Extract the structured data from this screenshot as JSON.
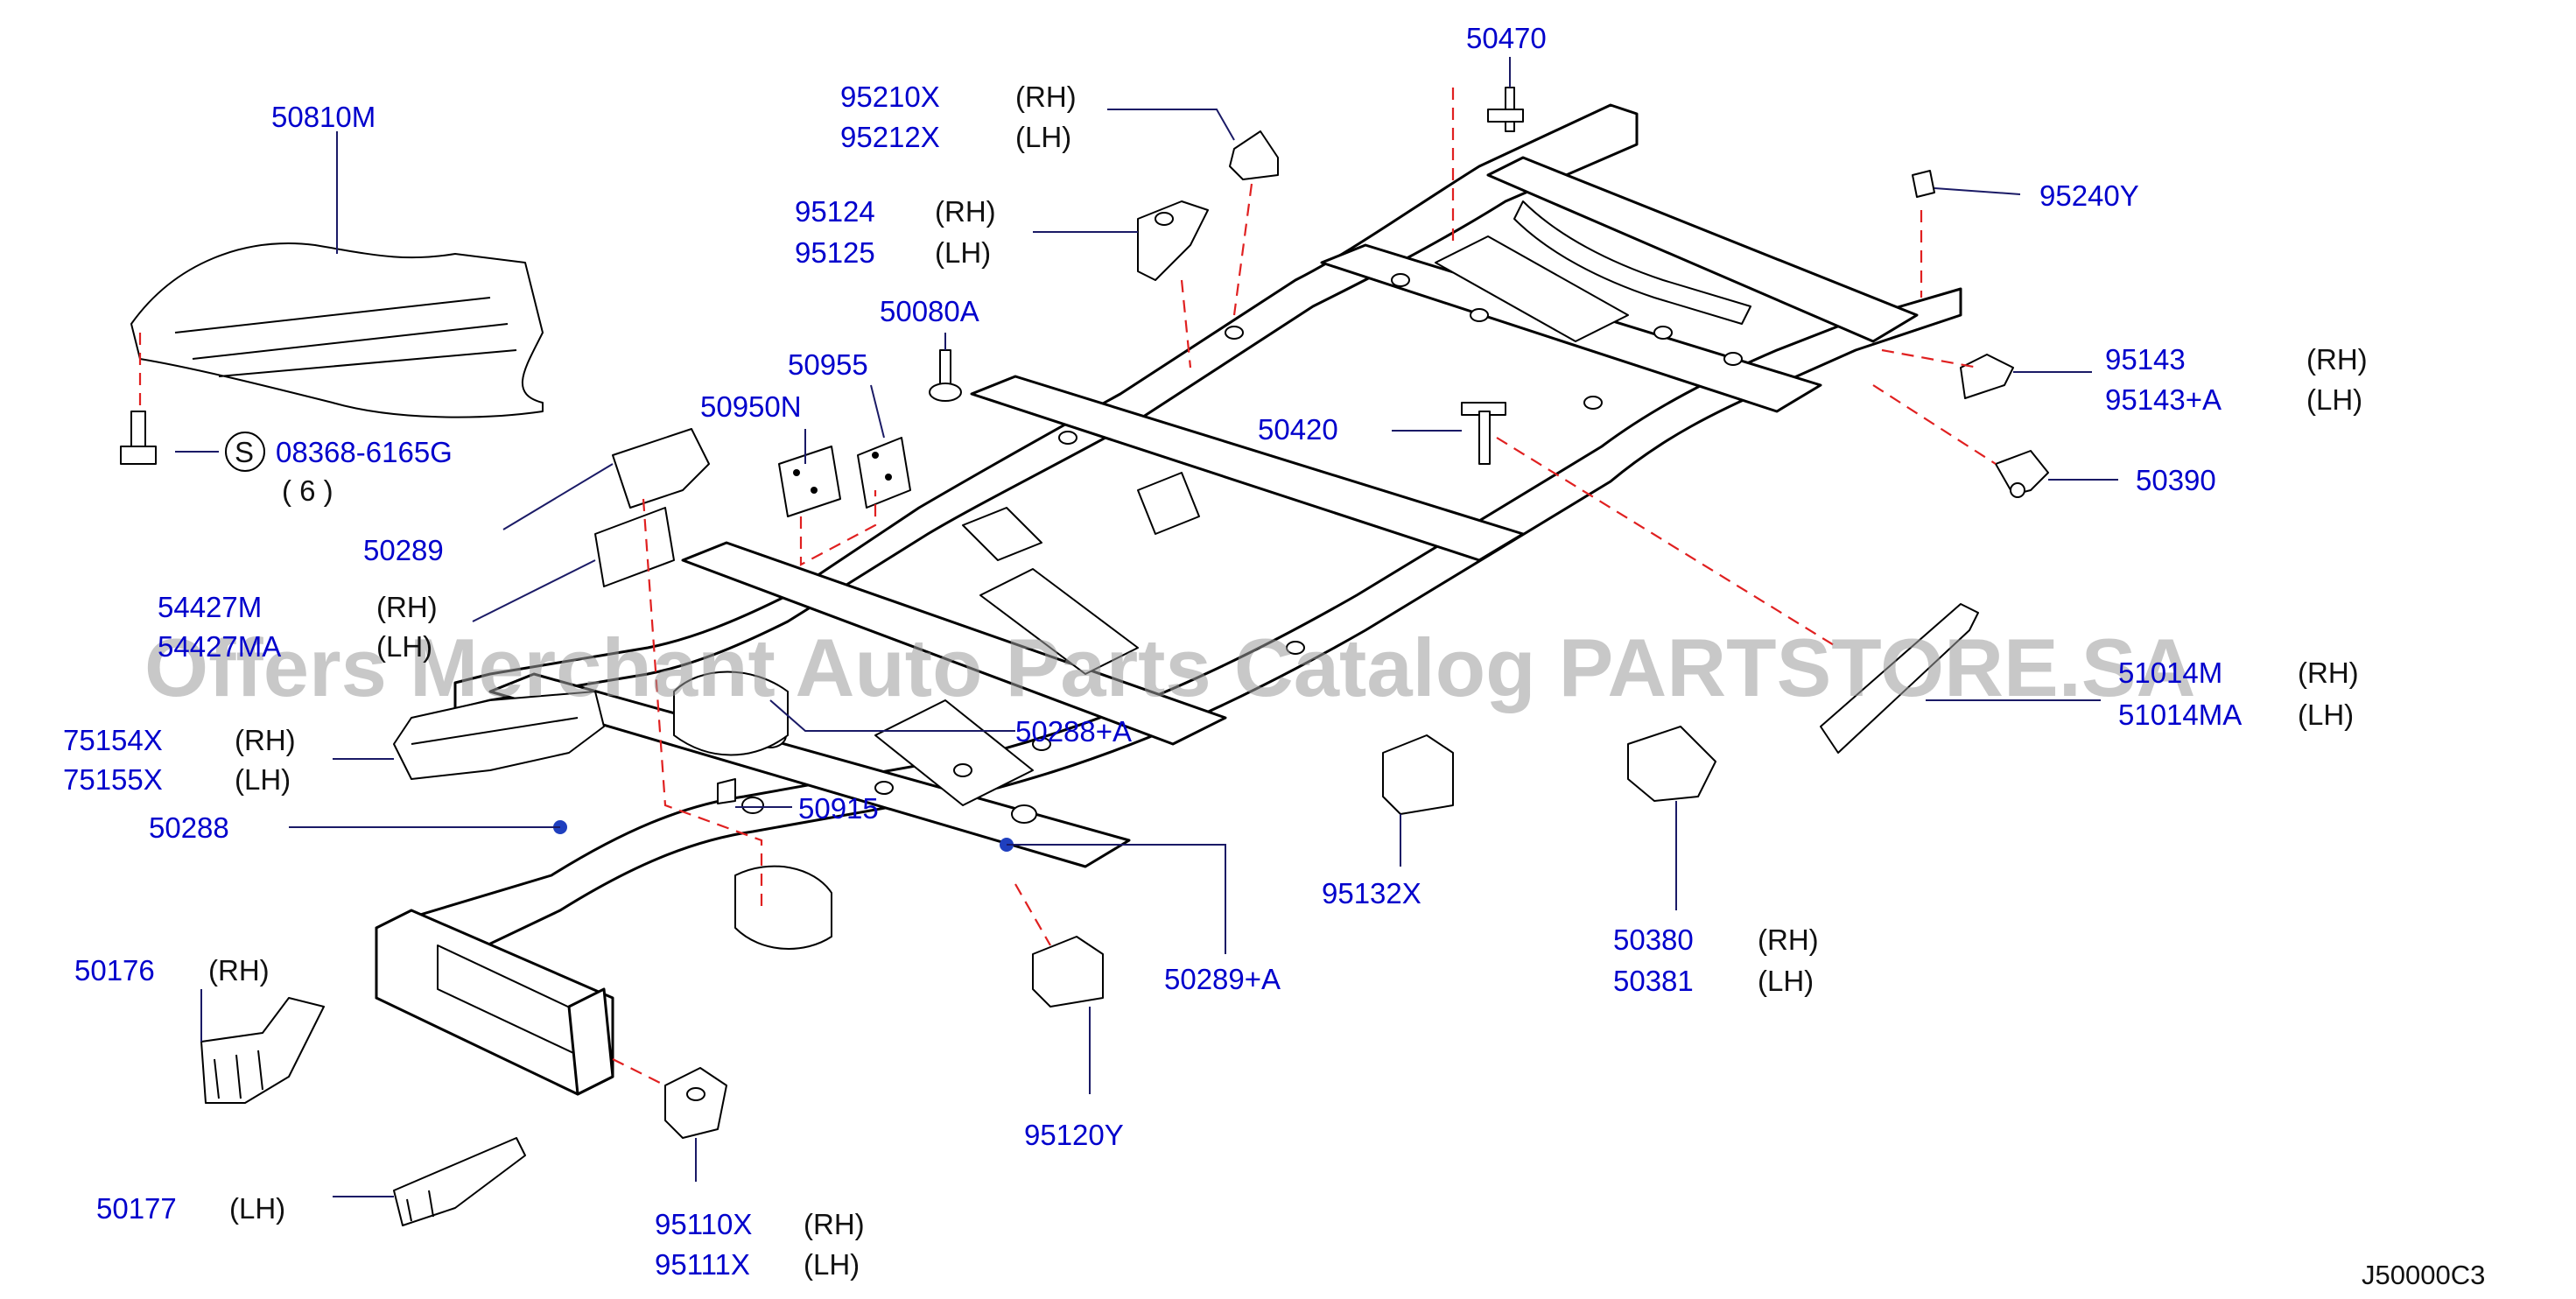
{
  "diagram_ref": "J50000C3",
  "watermark": "Offers Merchant Auto Parts Catalog PARTSTORE.SA",
  "bolt_callout": {
    "symbol": "S",
    "part": "08368-6165G",
    "qty": "( 6 )"
  },
  "parts": {
    "p50810M": "50810M",
    "p50289": "50289",
    "p54427M": "54427M",
    "p54427MA": "54427MA",
    "p75154X": "75154X",
    "p75155X": "75155X",
    "p50288": "50288",
    "p50176": "50176",
    "p50177": "50177",
    "p95210X": "95210X",
    "p95212X": "95212X",
    "p95124": "95124",
    "p95125": "95125",
    "p50080A": "50080A",
    "p50955": "50955",
    "p50950N": "50950N",
    "p50288A": "50288+A",
    "p50915": "50915",
    "p50470": "50470",
    "p95240Y": "95240Y",
    "p95143": "95143",
    "p95143A": "95143+A",
    "p50420": "50420",
    "p50390": "50390",
    "p51014M": "51014M",
    "p51014MA": "51014MA",
    "p95132X": "95132X",
    "p50380": "50380",
    "p50381": "50381",
    "p50289A": "50289+A",
    "p95120Y": "95120Y",
    "p95110X": "95110X",
    "p95111X": "95111X"
  },
  "sides": {
    "rh": "(RH)",
    "lh": "(LH)"
  }
}
